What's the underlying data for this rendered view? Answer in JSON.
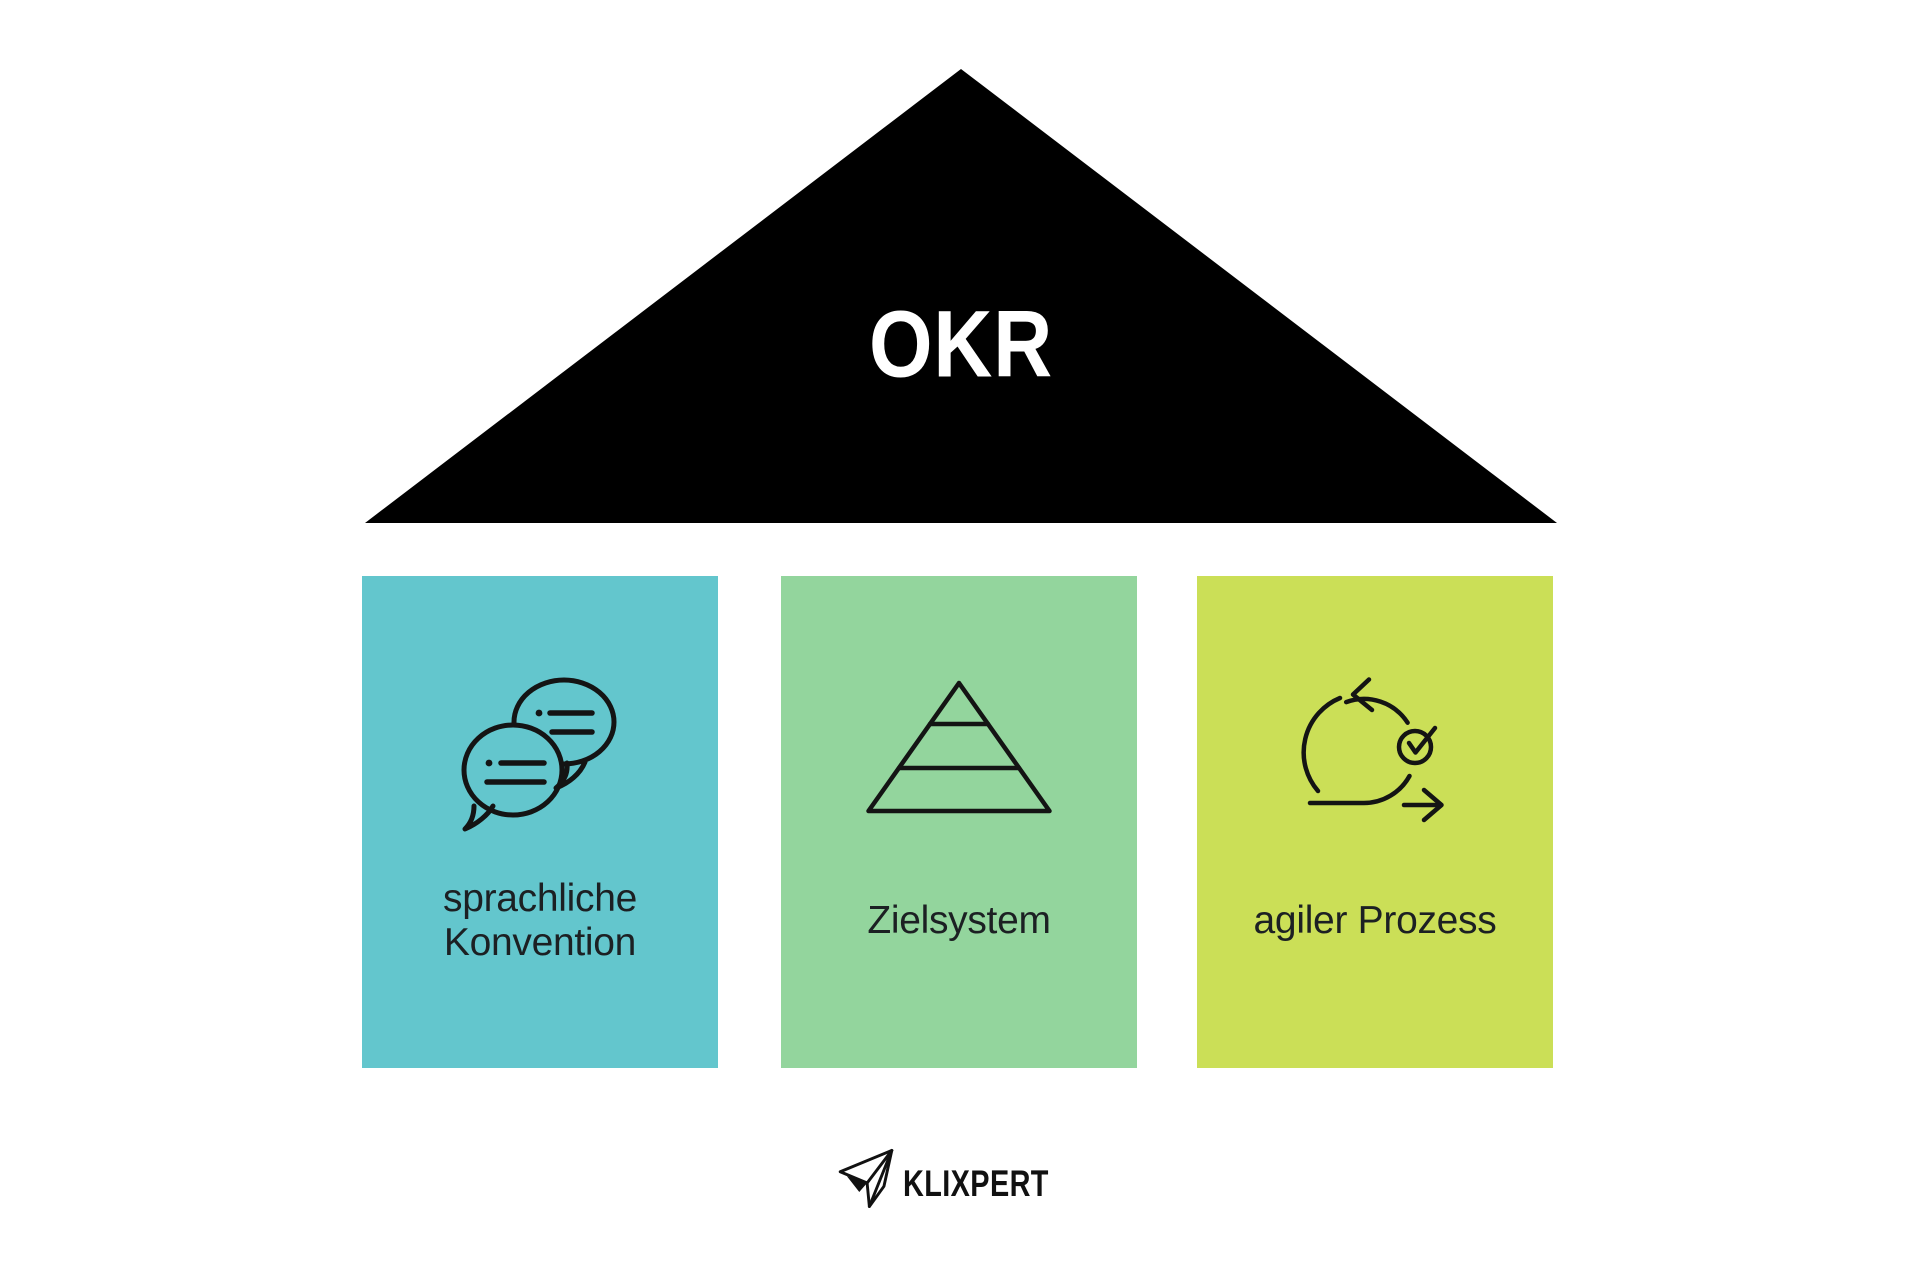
{
  "roof": {
    "label": "OKR",
    "bg_color": "#000000",
    "text_color": "#ffffff"
  },
  "pillars": [
    {
      "label": "sprachliche\nKonvention",
      "icon": "chat-bubbles-icon",
      "bg_color": "#63c6cd"
    },
    {
      "label": "Zielsystem",
      "icon": "pyramid-levels-icon",
      "bg_color": "#93d59d"
    },
    {
      "label": "agiler Prozess",
      "icon": "agile-sprint-icon",
      "bg_color": "#cbdf57"
    }
  ],
  "footer": {
    "brand": "KLIXPERT",
    "icon": "paper-plane-icon"
  },
  "style": {
    "label_text_color": "#1c2023",
    "icon_stroke_color": "#141414"
  }
}
